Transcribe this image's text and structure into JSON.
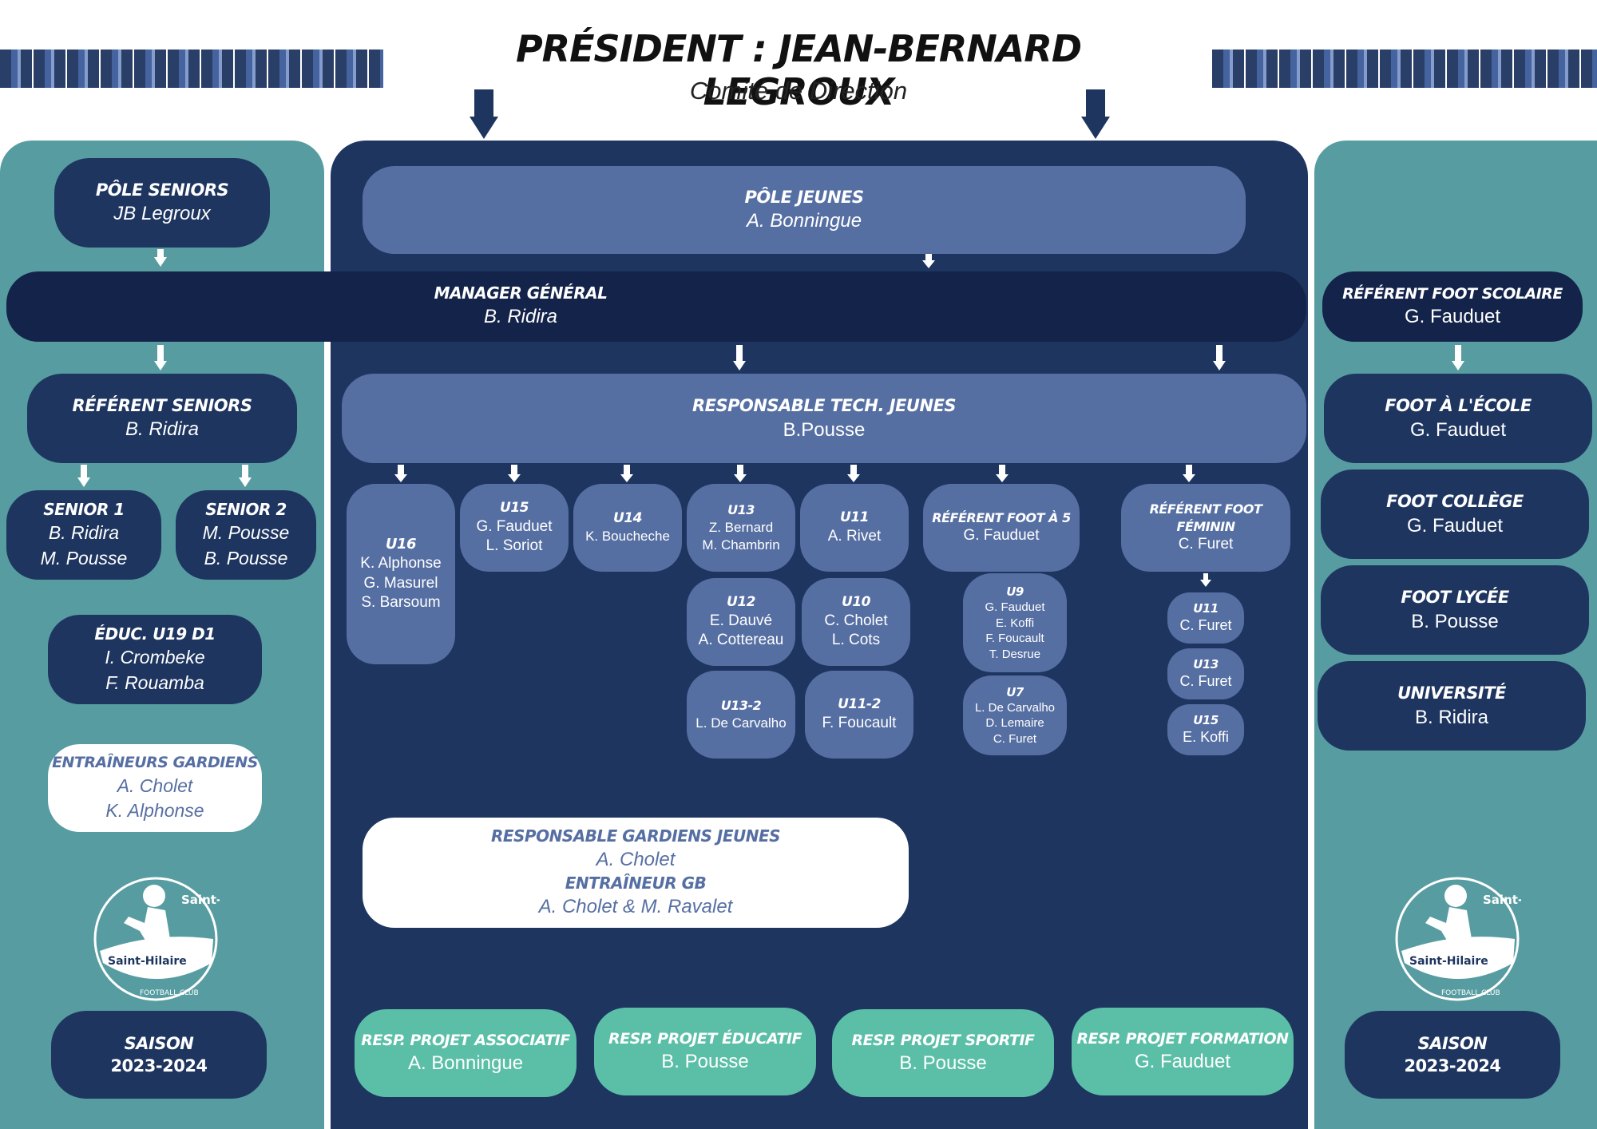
{
  "header": {
    "title": "PRÉSIDENT : JEAN-BERNARD LEGROUX",
    "subtitle": "Comité de Direction"
  },
  "colors": {
    "teal_panel": "#579ca1",
    "navy_panel": "#1e3560",
    "dark_box": "#1e3560",
    "darkest_box": "#13234a",
    "mid_box": "#566fa3",
    "green_box": "#5bbfa8"
  },
  "left": {
    "pole_seniors": {
      "title": "PÔLE SENIORS",
      "names": [
        "JB Legroux"
      ]
    },
    "referent_seniors": {
      "title": "RÉFÉRENT SENIORS",
      "names": [
        "B. Ridira"
      ]
    },
    "senior1": {
      "title": "SENIOR 1",
      "names": [
        "B. Ridira",
        "M. Pousse"
      ]
    },
    "senior2": {
      "title": "SENIOR 2",
      "names": [
        "M. Pousse",
        "B. Pousse"
      ]
    },
    "educ_u19": {
      "title": "ÉDUC. U19 D1",
      "names": [
        "I. Crombeke",
        "F. Rouamba"
      ]
    },
    "entraineurs_gardiens": {
      "title": "ENTRAÎNEURS GARDIENS",
      "names": [
        "A. Cholet",
        "K. Alphonse"
      ]
    },
    "saison": {
      "title": "SAISON",
      "year": "2023-2024"
    }
  },
  "center": {
    "pole_jeunes": {
      "title": "PÔLE JEUNES",
      "names": [
        "A. Bonningue"
      ]
    },
    "manager": {
      "title": "MANAGER GÉNÉRAL",
      "names": [
        "B. Ridira"
      ]
    },
    "resp_tech": {
      "title": "RESPONSABLE TECH. JEUNES",
      "names": [
        "B.Pousse"
      ]
    },
    "u16": {
      "title": "U16",
      "names": [
        "K. Alphonse",
        "G. Masurel",
        "S. Barsoum"
      ]
    },
    "u15": {
      "title": "U15",
      "names": [
        "G. Fauduet",
        "L. Soriot"
      ]
    },
    "u14": {
      "title": "U14",
      "names": [
        "K. Boucheche"
      ]
    },
    "u13": {
      "title": "U13",
      "names": [
        "Z. Bernard",
        "M. Chambrin"
      ]
    },
    "u11": {
      "title": "U11",
      "names": [
        "A. Rivet"
      ]
    },
    "u12": {
      "title": "U12",
      "names": [
        "E. Dauvé",
        "A. Cottereau"
      ]
    },
    "u10": {
      "title": "U10",
      "names": [
        "C. Cholet",
        "L. Cots"
      ]
    },
    "u13_2": {
      "title": "U13-2",
      "names": [
        "L. De Carvalho"
      ]
    },
    "u11_2": {
      "title": "U11-2",
      "names": [
        "F. Foucault"
      ]
    },
    "foot5": {
      "title": "RÉFÉRENT FOOT À 5",
      "names": [
        "G. Fauduet"
      ]
    },
    "u9": {
      "title": "U9",
      "names": [
        "G. Fauduet",
        "E. Koffi",
        "F. Foucault",
        "T. Desrue"
      ]
    },
    "u7": {
      "title": "U7",
      "names": [
        "L. De Carvalho",
        "D. Lemaire",
        "C. Furet"
      ]
    },
    "feminin": {
      "title": "RÉFÉRENT FOOT FÉMININ",
      "names": [
        "C. Furet"
      ]
    },
    "f_u11": {
      "title": "U11",
      "names": [
        "C. Furet"
      ]
    },
    "f_u13": {
      "title": "U13",
      "names": [
        "C. Furet"
      ]
    },
    "f_u15": {
      "title": "U15",
      "names": [
        "E. Koffi"
      ]
    },
    "gardiens_jeunes": {
      "title": "RESPONSABLE GARDIENS JEUNES",
      "name": "A. Cholet",
      "title2": "ENTRAÎNEUR GB",
      "name2": "A. Cholet & M. Ravalet"
    },
    "projet_associatif": {
      "title": "RESP. PROJET ASSOCIATIF",
      "names": [
        "A. Bonningue"
      ]
    },
    "projet_educatif": {
      "title": "RESP. PROJET ÉDUCATIF",
      "names": [
        "B. Pousse"
      ]
    },
    "projet_sportif": {
      "title": "RESP. PROJET SPORTIF",
      "names": [
        "B. Pousse"
      ]
    },
    "projet_formation": {
      "title": "RESP. PROJET FORMATION",
      "names": [
        "G. Fauduet"
      ]
    }
  },
  "right": {
    "referent_scolaire": {
      "title": "RÉFÉRENT FOOT SCOLAIRE",
      "names": [
        "G. Fauduet"
      ]
    },
    "foot_ecole": {
      "title": "FOOT À L'ÉCOLE",
      "names": [
        "G. Fauduet"
      ]
    },
    "foot_college": {
      "title": "FOOT COLLÈGE",
      "names": [
        "G. Fauduet"
      ]
    },
    "foot_lycee": {
      "title": "FOOT LYCÉE",
      "names": [
        "B. Pousse"
      ]
    },
    "universite": {
      "title": "UNIVERSITÉ",
      "names": [
        "B. Ridira"
      ]
    },
    "saison": {
      "title": "SAISON",
      "year": "2023-2024"
    }
  },
  "logo": {
    "text_top": "Saint-Pryvé",
    "text_bottom": "Saint-Hilaire",
    "text_ring": "FOOTBALL CLUB"
  }
}
